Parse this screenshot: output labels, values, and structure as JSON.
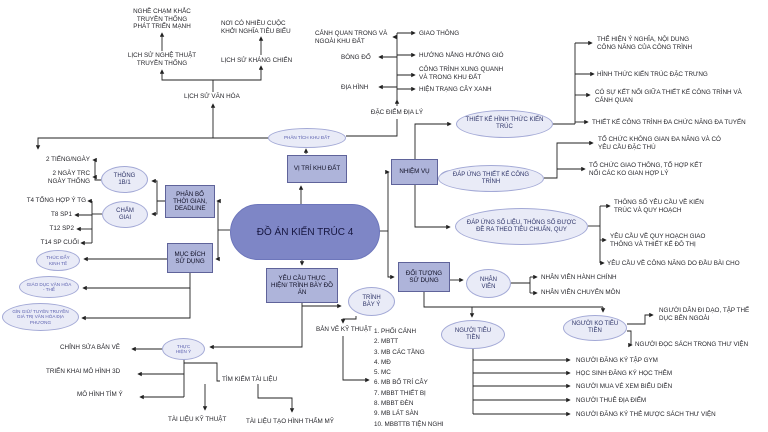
{
  "colors": {
    "main_fill": "#7e86c6",
    "rect_fill": "#aeb4da",
    "ellipse_fill": "#e9ebf7",
    "line": "#222222",
    "background": "#ffffff"
  },
  "nodes": {
    "main": "ĐỒ ÁN KIẾN TRÚC 4",
    "vi_tri": "VỊ TRÍ KHU ĐẤT",
    "phan_tich": "PHÂN TÍCH KHU ĐẤT",
    "nhiem_vu": "NHIỆM VỤ",
    "phan_bo": "PHÂN BỔ THỜI GIAN, DEADLINE",
    "muc_dich": "MỤC ĐÍCH SỬ DỤNG",
    "doi_tuong": "ĐỐI TƯỢNG SỬ DỤNG",
    "yeu_cau": "YÊU CẦU THỰC HIỆN/ TRÌNH BÀY ĐỒ ÁN",
    "thiet_ke_hinh_thuc": "THIẾT KẾ HÌNH THỨC KIẾN TRÚC",
    "dap_ung_thiet_ke": "ĐÁP ỨNG THIẾT KẾ CÔNG TRÌNH",
    "dap_ung_so_lieu": "ĐÁP ỨNG SỐ LIỆU, THÔNG SỐ ĐƯỢC ĐỀ RA THEO TIÊU CHUẨN, QUY",
    "nhan_vien": "NHÂN VIÊN",
    "nguoi_tieu_tien": "NGƯỜI TIÊU TIỀN",
    "nguoi_ko_tieu_tien": "NGƯỜI KO TIÊU TIỀN",
    "trinh_bay_y": "TRÌNH BÀY Ý",
    "thuc_hien_y": "THỰC HIỆN Ý",
    "thong_1b1": "THÔNG 1B/1",
    "cham_giai": "CHẤM GIAI",
    "thuc_day": "THÚC ĐẨY KINH TẾ",
    "giao_duc": "GIÁO DỤC VĂN HÓA - THỂ",
    "gin_giu": "GÌN GIỮ/ TUYÊN TRUYỀN GIÁ TRỊ VĂN HÓA ĐỊA PHƯƠNG"
  },
  "labels": {
    "nghe_cham_khac": "NGHỀ CHẠM KHẮC TRUYỀN THỐNG PHÁT TRIỂN MẠNH",
    "lich_su_nghe_thuat": "LỊCH SỬ NGHỆ THUẬT TRUYỀN THỐNG",
    "noi_co_nhieu": "NƠI CÓ NHIỀU CUỘC KHỞI NGHĨA TIÊU BIỂU",
    "lich_su_khang_chien": "LỊCH SỬ KHÁNG CHIẾN",
    "lich_su_van_hoa": "LỊCH SỬ VĂN HÓA",
    "canh_quan": "CẢNH QUAN TRONG VÀ NGOÀI KHU ĐẤT",
    "bong_do": "BÓNG ĐỔ",
    "dia_hinh": "ĐỊA HÌNH",
    "dac_diem_dia_ly": "ĐẶC ĐIỂM ĐỊA LÝ",
    "giao_thong": "GIAO THÔNG",
    "huong_nang": "HƯỚNG NẮNG HƯỚNG GIÓ",
    "cong_trinh_xq": "CÔNG TRÌNH XUNG QUANH VÀ TRONG KHU ĐẤT",
    "hien_trang_cay_xanh": "HIỆN TRẠNG CÂY XANH",
    "the_hien_y_nghia": "THỂ HIỆN Ý NGHĨA, NỘI DUNG CÔNG NĂNG CỦA CÔNG TRÌNH",
    "hinh_thuc_kien_truc": "HÌNH THỨC KIẾN TRÚC ĐẶC TRƯNG",
    "co_su_ket_noi": "CÓ SỰ KẾT NỐI GIỮA THIẾT KẾ CÔNG TRÌNH VÀ CẢNH QUAN",
    "thiet_ke_da_chuc_nang": "THIẾT KẾ CÔNG TRÌNH ĐA CHỨC NĂNG ĐA TUYẾN",
    "to_chuc_khong_gian": "TỔ CHỨC KHÔNG GIAN ĐA NĂNG VÀ CÓ YÊU CẦU ĐẶC THÙ",
    "to_chuc_giao_thong": "TỔ CHỨC GIAO THÔNG, TỔ HỢP KẾT NỐI CÁC KO GIAN HỢP LÝ",
    "thong_so_yeu_cau": "THÔNG SỐ YÊU CẦU VỀ KIẾN TRÚC VÀ QUY HOẠCH",
    "yeu_cau_quy_hoach": "YÊU CẦU VỀ QUY HOẠCH GIAO THÔNG VÀ THIẾT KẾ ĐÔ THỊ",
    "yeu_cau_cong_nang": "YÊU CẦU VỀ CÔNG NĂNG DO ĐẦU BÀI CHO",
    "nhan_vien_hanh_chinh": "NHÂN VIÊN HÀNH CHÍNH",
    "nhan_vien_chuyen_mon": "NHÂN VIÊN CHUYÊN MÔN",
    "nguoi_dan_di_dao": "NGƯỜI DÂN ĐI DẠO, TẬP THỂ DỤC BÊN NGOÀI",
    "nguoi_doc_sach": "NGƯỜI ĐỌC SÁCH TRONG THƯ VIỆN",
    "dk_gym": "NGƯỜI ĐĂNG KÝ TẬP GYM",
    "hoc_sinh": "HỌC SINH ĐĂNG KÝ HỌC THÊM",
    "mua_ve": "NGƯỜI MUA VÉ XEM BIỂU DIỄN",
    "thue_dia_diem": "NGƯỜI THUÊ ĐỊA ĐIỂM",
    "dk_the": "NGƯỜI ĐĂNG KÝ THẺ MƯỢC SÁCH THƯ VIỆN",
    "hai_tieng": "2 TIẾNG/NGÀY",
    "hai_ngay": "2 NGÀY TRC NGÀY THỐNG",
    "t4": "T4 TỔNG HỢP Ý TG",
    "t8": "T8 SP1",
    "t12": "T12 SP2",
    "t14": "T14 SP CUỐI",
    "chinh_sua": "CHỈNH SỬA BẢN VẼ",
    "trien_khai": "TRIỂN KHAI MÔ HÌNH 3D",
    "mo_hinh_tim_y": "MÔ HÌNH TÌM Ý",
    "ban_ve_ky_thuat": "BẢN VẼ KỸ THUẬT",
    "tim_kiem": "TÌM KIẾM TÀI LIỆU",
    "tai_lieu_ky_thuat": "TÀI LIỆU KỸ THUẬT",
    "tai_lieu_tao_hinh": "TÀI LIỆU TẠO HÌNH THẨM MỸ"
  },
  "drawings": [
    "1. PHỐI CẢNH",
    "2. MBTT",
    "3. MB CÁC TẦNG",
    "4. MĐ",
    "5. MC",
    "6. MB BỐ TRÍ CÂY",
    "7. MBBT THIẾT BỊ",
    "8. MBBT ĐÈN",
    "9. MB LÁT SÀN",
    "10. MBBTTB TIỆN NGHI"
  ]
}
